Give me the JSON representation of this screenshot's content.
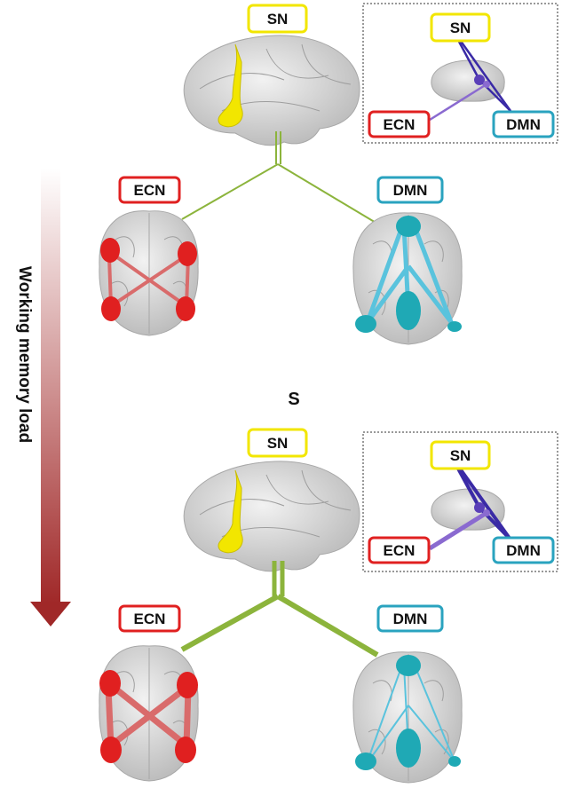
{
  "side_label": "Working memory load",
  "separator_label": "S",
  "nodes": {
    "sn": "SN",
    "ecn": "ECN",
    "dmn": "DMN"
  },
  "colors": {
    "sn": "#f2e600",
    "ecn": "#e02020",
    "dmn": "#2aa3bf",
    "connector": "#8cb43c",
    "arrow_top": "#ffffff",
    "arrow_bottom": "#a02828",
    "inset_links": "#5a3fb8"
  },
  "panels": [
    {
      "sn_label": "SN",
      "ecn_label": "ECN",
      "dmn_label": "DMN",
      "inset": {
        "sn_label": "SN",
        "ecn_label": "ECN",
        "dmn_label": "DMN"
      }
    },
    {
      "sn_label": "SN",
      "ecn_label": "ECN",
      "dmn_label": "DMN",
      "inset": {
        "sn_label": "SN",
        "ecn_label": "ECN",
        "dmn_label": "DMN"
      }
    }
  ]
}
